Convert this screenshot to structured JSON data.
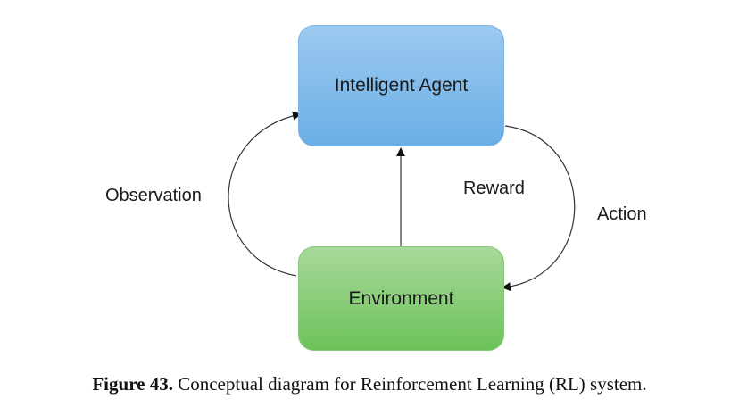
{
  "nodes": {
    "agent": {
      "label": "Intelligent Agent",
      "color": "#6aaee6"
    },
    "environment": {
      "label": "Environment",
      "color": "#6cc25a"
    }
  },
  "edges": {
    "observation": {
      "label": "Observation"
    },
    "reward": {
      "label": "Reward"
    },
    "action": {
      "label": "Action"
    }
  },
  "caption": {
    "number": "Figure 43.",
    "text": "Conceptual diagram for Reinforcement Learning (RL) system."
  }
}
